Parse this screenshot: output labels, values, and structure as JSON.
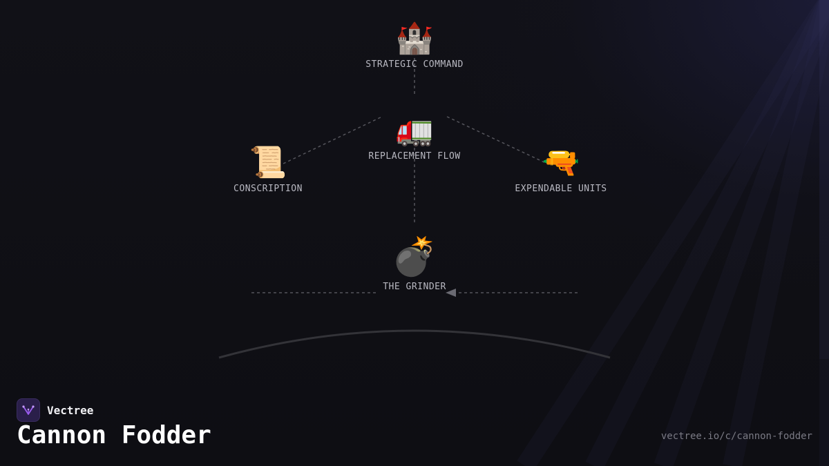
{
  "nodes": {
    "strategic_command": {
      "emoji": "🏰",
      "label": "STRATEGIC COMMAND"
    },
    "replacement_flow": {
      "emoji": "🚛",
      "label": "REPLACEMENT FLOW"
    },
    "conscription": {
      "emoji": "📜",
      "label": "CONSCRIPTION"
    },
    "expendable_units": {
      "emoji": "🔫",
      "label": "EXPENDABLE UNITS"
    },
    "the_grinder": {
      "emoji": "💣",
      "label": "THE GRINDER"
    }
  },
  "brand": {
    "name": "Vectree",
    "icon": "vectree-logo-icon"
  },
  "footer": {
    "title": "Cannon Fodder",
    "url": "vectree.io/c/cannon-fodder"
  },
  "colors": {
    "background": "#0f0f14",
    "connector": "#55555c",
    "label": "#b9b9c2",
    "brand_accent": "#9b5cf0"
  }
}
